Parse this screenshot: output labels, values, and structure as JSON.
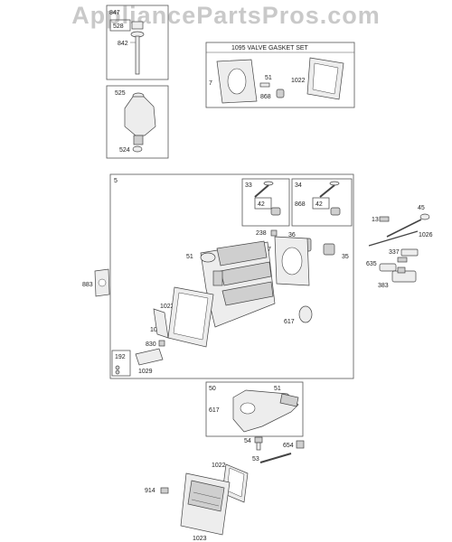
{
  "watermark": "AppliancePartsPros.com",
  "callouts": {
    "c847": "847",
    "c528": "528",
    "c842": "842",
    "c525": "525",
    "c524": "524",
    "kit_title": "1095 VALVE GASKET SET",
    "c7a": "7",
    "c51a": "51",
    "c868a": "868",
    "c1022a": "1022",
    "c5": "5",
    "c33": "33",
    "c42a": "42",
    "c34": "34",
    "c868b": "868",
    "c42b": "42",
    "c238": "238",
    "c36": "36",
    "c7b": "7",
    "c51b": "51",
    "c35": "35",
    "c883": "883",
    "c1022b": "1022",
    "c1034": "1034",
    "c830": "830",
    "c617a": "617",
    "c192": "192",
    "c1029": "1029",
    "c13": "13",
    "c45": "45",
    "c1026": "1026",
    "c337": "337",
    "c635": "635",
    "c383": "383",
    "c50": "50",
    "c51c": "51",
    "c617b": "617",
    "c54": "54",
    "c654": "654",
    "c53": "53",
    "c1022c": "1022",
    "c914": "914",
    "c1023": "1023"
  }
}
